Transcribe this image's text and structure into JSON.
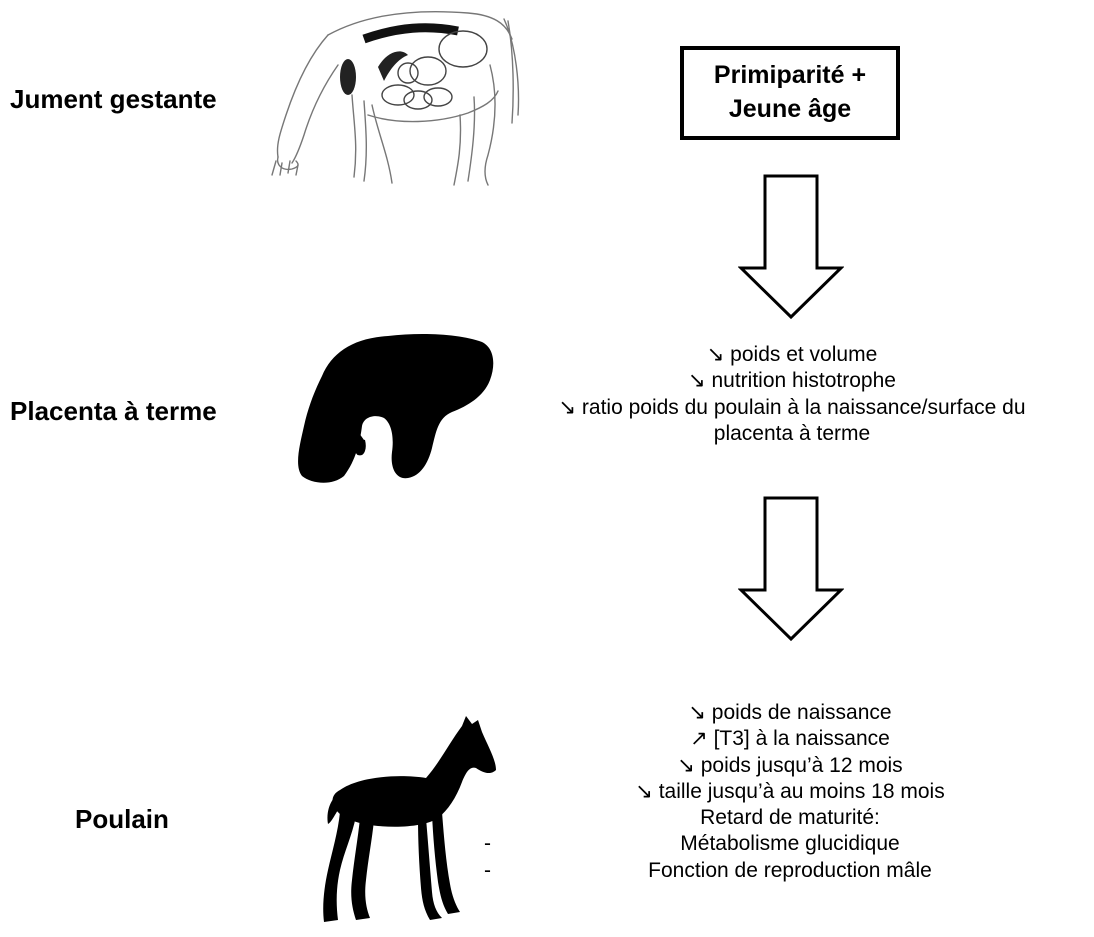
{
  "left_labels": {
    "mare": "Jument gestante",
    "placenta": "Placenta à terme",
    "foal": "Poulain"
  },
  "cause_box": {
    "line1": "Primiparité +",
    "line2": "Jeune âge"
  },
  "placenta_effects": [
    "↘ poids et volume",
    "↘ nutrition histotrophe",
    "↘ ratio poids du poulain à la naissance/surface du",
    "placenta à terme"
  ],
  "foal_effects": [
    "↘ poids de naissance",
    "↗ [T3] à la naissance",
    "↘ poids jusqu’à 12 mois",
    "↘ taille jusqu’à au moins 18 mois",
    "Retard de maturité:"
  ],
  "maturity_items": [
    {
      "dash": "-",
      "text": "Métabolisme glucidique"
    },
    {
      "dash": "-",
      "text": "Fonction de reproduction mâle"
    }
  ]
}
